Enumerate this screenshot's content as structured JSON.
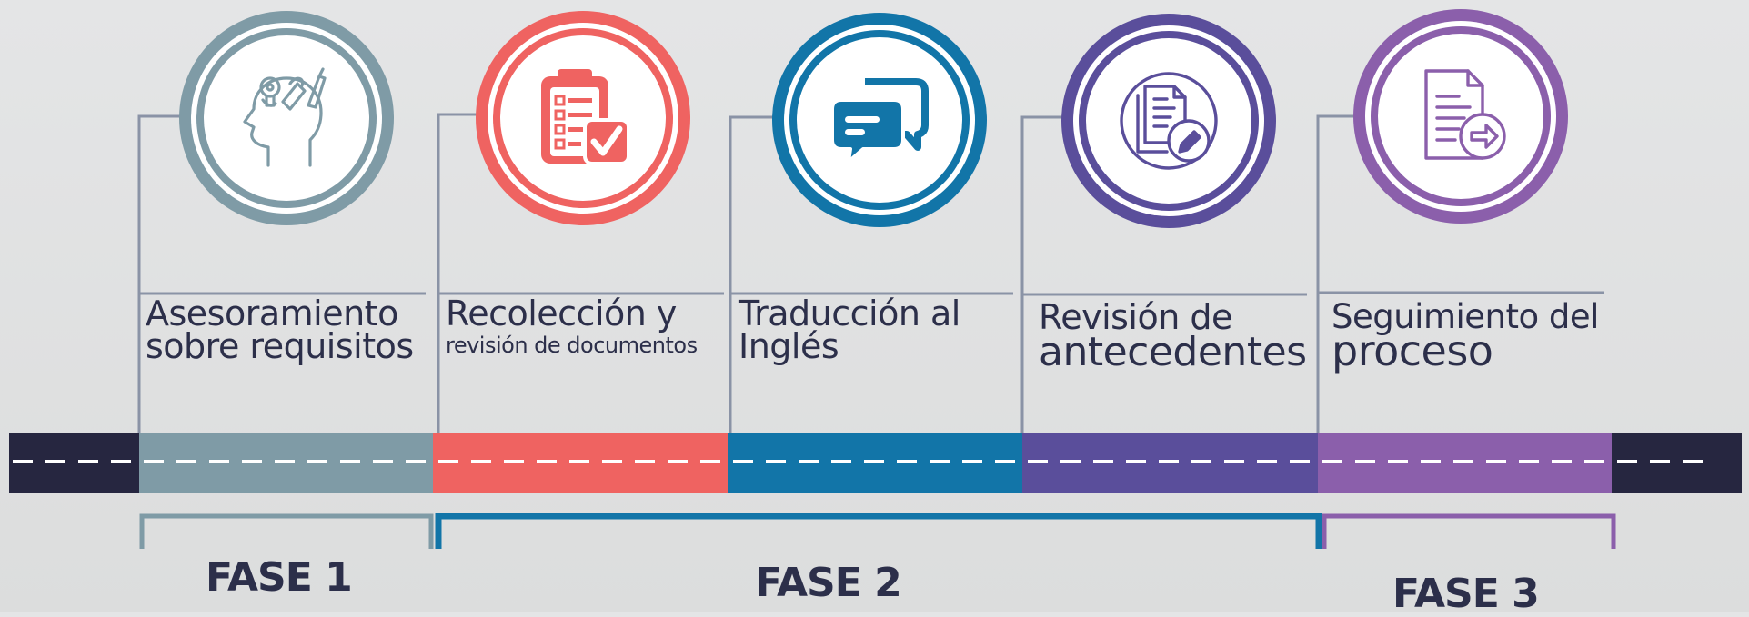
{
  "colors": {
    "road": "#262640",
    "connector": "#8a93a6",
    "label": "#2c2f4a",
    "dash": "#ffffff"
  },
  "steps": [
    {
      "line1": "Asesoramiento",
      "line2": "sobre requisitos",
      "color": "#7f9ba6",
      "icon": "head-ideas-icon"
    },
    {
      "line1": "Recolección y",
      "line2": "revisión de documentos",
      "color": "#ef6361",
      "icon": "checklist-clipboard-icon"
    },
    {
      "line1": "Traducción al",
      "line2": "Inglés",
      "color": "#1275a8",
      "icon": "chat-bubbles-icon"
    },
    {
      "line1": "Revisión de",
      "line2": "antecedentes",
      "color": "#5a4e9b",
      "icon": "document-edit-icon"
    },
    {
      "line1": "Seguimiento del",
      "line2": "proceso",
      "color": "#8b5fab",
      "icon": "document-forward-icon"
    }
  ],
  "phases": [
    {
      "label": "FASE 1",
      "color": "#7f9ba6"
    },
    {
      "label": "FASE 2",
      "color": "#1275a8"
    },
    {
      "label": "FASE 3",
      "color": "#8b5fab"
    }
  ]
}
